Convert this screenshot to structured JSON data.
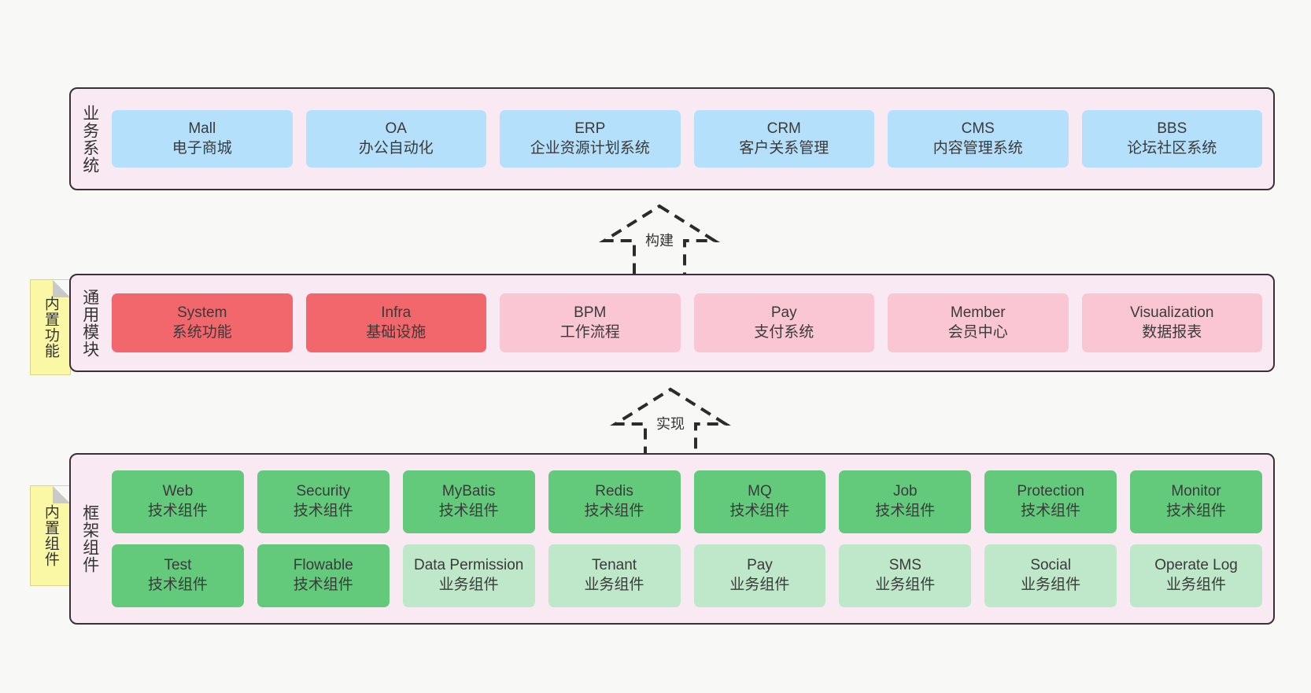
{
  "diagram": {
    "background": "#f8f8f6",
    "panel_bg": "#f9e9f3",
    "panel_border": "#3b3037",
    "sticky_bg": "#fbf8a5"
  },
  "layers": [
    {
      "id": "business",
      "title": "业务系统",
      "sticky": null,
      "rows": [
        {
          "nodes": [
            {
              "name": "Mall",
              "sub": "电子商城",
              "color": "#b4e0fb",
              "style": "c-blue"
            },
            {
              "name": "OA",
              "sub": "办公自动化",
              "color": "#b4e0fb",
              "style": "c-blue"
            },
            {
              "name": "ERP",
              "sub": "企业资源计划系统",
              "color": "#b4e0fb",
              "style": "c-blue"
            },
            {
              "name": "CRM",
              "sub": "客户关系管理",
              "color": "#b4e0fb",
              "style": "c-blue"
            },
            {
              "name": "CMS",
              "sub": "内容管理系统",
              "color": "#b4e0fb",
              "style": "c-blue"
            },
            {
              "name": "BBS",
              "sub": "论坛社区系统",
              "color": "#b4e0fb",
              "style": "c-blue"
            }
          ]
        }
      ]
    },
    {
      "id": "common",
      "title": "通用模块",
      "sticky": "内置功能",
      "rows": [
        {
          "nodes": [
            {
              "name": "System",
              "sub": "系统功能",
              "color": "#f1676c",
              "style": "c-red"
            },
            {
              "name": "Infra",
              "sub": "基础设施",
              "color": "#f1676c",
              "style": "c-red"
            },
            {
              "name": "BPM",
              "sub": "工作流程",
              "color": "#fac6d3",
              "style": "c-pink"
            },
            {
              "name": "Pay",
              "sub": "支付系统",
              "color": "#fac6d3",
              "style": "c-pink"
            },
            {
              "name": "Member",
              "sub": "会员中心",
              "color": "#fac6d3",
              "style": "c-pink"
            },
            {
              "name": "Visualization",
              "sub": "数据报表",
              "color": "#fac6d3",
              "style": "c-pink"
            }
          ]
        }
      ]
    },
    {
      "id": "framework",
      "title": "框架组件",
      "sticky": "内置组件",
      "rows": [
        {
          "nodes": [
            {
              "name": "Web",
              "sub": "技术组件",
              "color": "#63ca7c",
              "style": "c-green"
            },
            {
              "name": "Security",
              "sub": "技术组件",
              "color": "#63ca7c",
              "style": "c-green"
            },
            {
              "name": "MyBatis",
              "sub": "技术组件",
              "color": "#63ca7c",
              "style": "c-green"
            },
            {
              "name": "Redis",
              "sub": "技术组件",
              "color": "#63ca7c",
              "style": "c-green"
            },
            {
              "name": "MQ",
              "sub": "技术组件",
              "color": "#63ca7c",
              "style": "c-green"
            },
            {
              "name": "Job",
              "sub": "技术组件",
              "color": "#63ca7c",
              "style": "c-green"
            },
            {
              "name": "Protection",
              "sub": "技术组件",
              "color": "#63ca7c",
              "style": "c-green"
            },
            {
              "name": "Monitor",
              "sub": "技术组件",
              "color": "#63ca7c",
              "style": "c-green"
            }
          ]
        },
        {
          "nodes": [
            {
              "name": "Test",
              "sub": "技术组件",
              "color": "#63ca7c",
              "style": "c-green"
            },
            {
              "name": "Flowable",
              "sub": "技术组件",
              "color": "#63ca7c",
              "style": "c-green"
            },
            {
              "name": "Data Permission",
              "sub": "业务组件",
              "color": "#bfe7c9",
              "style": "c-lightgreen"
            },
            {
              "name": "Tenant",
              "sub": "业务组件",
              "color": "#bfe7c9",
              "style": "c-lightgreen"
            },
            {
              "name": "Pay",
              "sub": "业务组件",
              "color": "#bfe7c9",
              "style": "c-lightgreen"
            },
            {
              "name": "SMS",
              "sub": "业务组件",
              "color": "#bfe7c9",
              "style": "c-lightgreen"
            },
            {
              "name": "Social",
              "sub": "业务组件",
              "color": "#bfe7c9",
              "style": "c-lightgreen"
            },
            {
              "name": "Operate Log",
              "sub": "业务组件",
              "color": "#bfe7c9",
              "style": "c-lightgreen"
            }
          ]
        }
      ]
    }
  ],
  "connectors": [
    {
      "id": "build",
      "label": "构建",
      "direction": "up",
      "style": "dashed-hollow-arrow"
    },
    {
      "id": "impl",
      "label": "实现",
      "direction": "up",
      "style": "dashed-hollow-arrow"
    }
  ]
}
